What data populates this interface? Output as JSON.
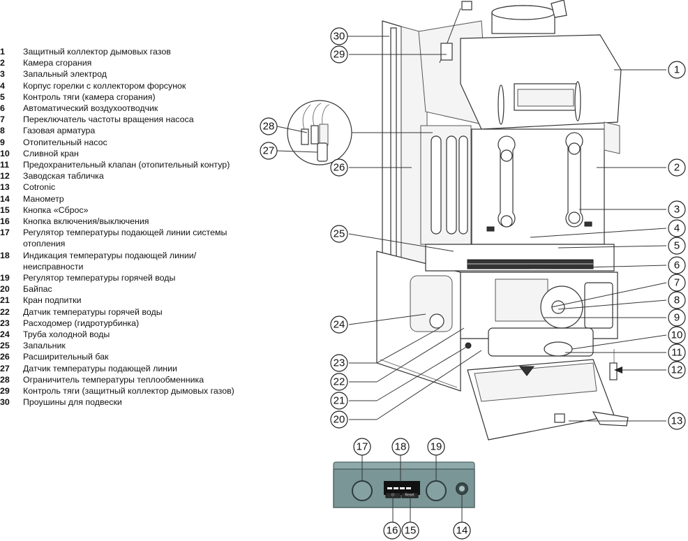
{
  "legend": {
    "items": [
      {
        "num": "1",
        "text": "Защитный коллектор дымовых газов"
      },
      {
        "num": "2",
        "text": "Камера сгорания"
      },
      {
        "num": "3",
        "text": "Запальный электрод"
      },
      {
        "num": "4",
        "text": "Корпус горелки с коллектором форсунок"
      },
      {
        "num": "5",
        "text": "Контроль тяги (камера сгорания)"
      },
      {
        "num": "6",
        "text": "Автоматический воздухоотводчик"
      },
      {
        "num": "7",
        "text": "Переключатель частоты вращения насоса"
      },
      {
        "num": "8",
        "text": "Газовая арматура"
      },
      {
        "num": "9",
        "text": "Отопительный насос"
      },
      {
        "num": "10",
        "text": "Сливной кран"
      },
      {
        "num": "11",
        "text": "Предохранительный клапан (отопительный контур)"
      },
      {
        "num": "12",
        "text": "Заводская табличка"
      },
      {
        "num": "13",
        "text": "Cotronic"
      },
      {
        "num": "14",
        "text": "Манометр"
      },
      {
        "num": "15",
        "text": "Кнопка «Сброс»"
      },
      {
        "num": "16",
        "text": "Кнопка включения/выключения"
      },
      {
        "num": "17",
        "text": "Регулятор температуры подающей линии системы отопления"
      },
      {
        "num": "18",
        "text": "Индикация температуры подающей линии/ неисправности"
      },
      {
        "num": "19",
        "text": "Регулятор температуры горячей воды"
      },
      {
        "num": "20",
        "text": "Байпас"
      },
      {
        "num": "21",
        "text": "Кран подпитки"
      },
      {
        "num": "22",
        "text": "Датчик температуры горячей воды"
      },
      {
        "num": "23",
        "text": "Расходомер (гидротурбинка)"
      },
      {
        "num": "24",
        "text": "Труба холодной воды"
      },
      {
        "num": "25",
        "text": "Запальник"
      },
      {
        "num": "26",
        "text": "Расширительный бак"
      },
      {
        "num": "27",
        "text": "Датчик температуры подающей линии"
      },
      {
        "num": "28",
        "text": "Ограничитель температуры теплообменника"
      },
      {
        "num": "29",
        "text": "Контроль тяги (защитный коллектор дымовых газов)"
      },
      {
        "num": "30",
        "text": "Проушины для подвески"
      }
    ]
  },
  "callouts": {
    "c1": "1",
    "c2": "2",
    "c3": "3",
    "c4": "4",
    "c5": "5",
    "c6": "6",
    "c7": "7",
    "c8": "8",
    "c9": "9",
    "c10": "10",
    "c11": "11",
    "c12": "12",
    "c13": "13",
    "c14": "14",
    "c15": "15",
    "c16": "16",
    "c17": "17",
    "c18": "18",
    "c19": "19",
    "c20": "20",
    "c21": "21",
    "c22": "22",
    "c23": "23",
    "c24": "24",
    "c25": "25",
    "c26": "26",
    "c27": "27",
    "c28": "28",
    "c29": "29",
    "c30": "30"
  },
  "control_panel": {
    "reset_label": "Reset",
    "power_symbol": "⏻"
  }
}
